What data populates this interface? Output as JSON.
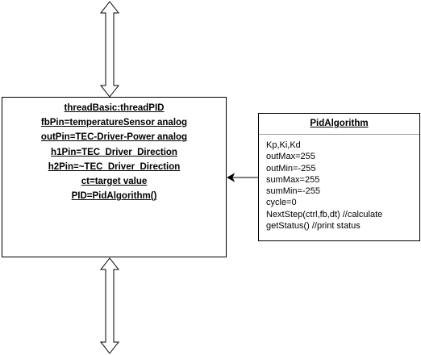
{
  "thread_block": {
    "lines": [
      "threadBasic:threadPID",
      "fbPin=temperatureSensor analog",
      "outPin=TEC-Driver-Power analog",
      "h1Pin=TEC_Driver_Direction",
      "h2Pin=~TEC_Driver_Direction",
      "ct=target value",
      "PID=PidAlgorithm()"
    ]
  },
  "pid_class": {
    "title": "PidAlgorithm",
    "attributes": [
      "Kp,Ki,Kd",
      "outMax=255",
      "outMin=-255",
      "sumMax=255",
      "sumMin=-255",
      "cycle=0",
      "NextStep(ctrl,fb,dt) //calculate",
      "getStatus() //print status"
    ]
  },
  "colors": {
    "stroke": "#000000",
    "fill": "#ffffff",
    "divider": "#a0a0a0"
  }
}
